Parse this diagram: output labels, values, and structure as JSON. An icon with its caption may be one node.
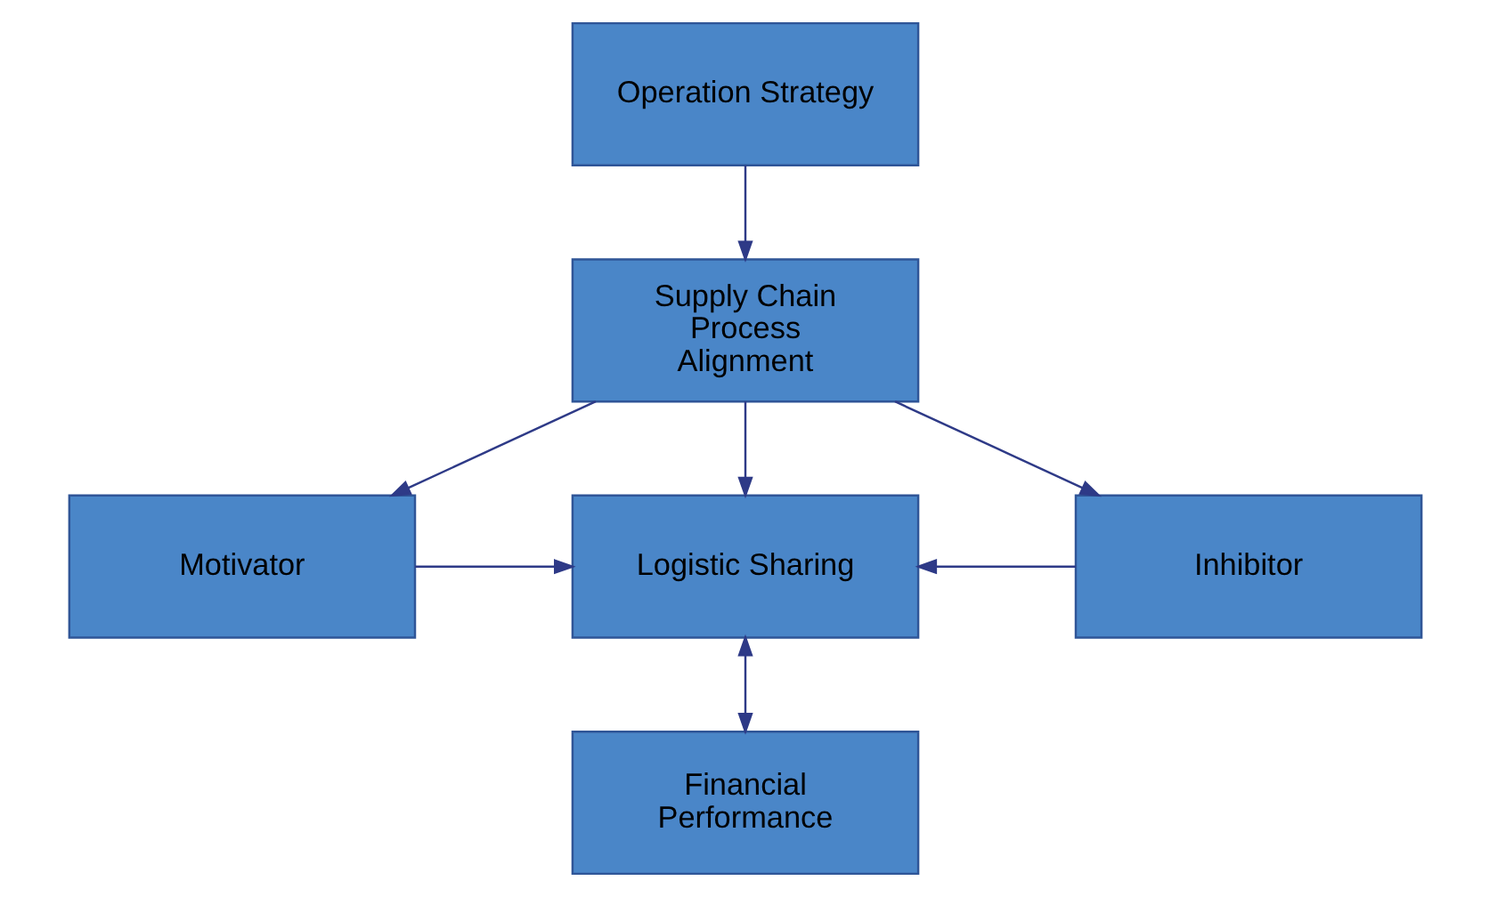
{
  "diagram": {
    "nodes": [
      {
        "text": [
          "Operation Strategy"
        ]
      },
      {
        "text": [
          "Supply Chain Process Alignment"
        ]
      },
      {
        "text": [
          "Motivator"
        ]
      },
      {
        "text": [
          "Logistic Sharing"
        ]
      },
      {
        "text": [
          "Inhibitor"
        ]
      },
      {
        "text": [
          "Financial Performance"
        ]
      }
    ],
    "edges": [
      {
        "from": 0,
        "to": 1,
        "arrow": "to"
      },
      {
        "from": 1,
        "to": 2,
        "arrow": "to"
      },
      {
        "from": 1,
        "to": 3,
        "arrow": "to"
      },
      {
        "from": 1,
        "to": 4,
        "arrow": "to"
      },
      {
        "from": 2,
        "to": 3,
        "arrow": "to"
      },
      {
        "from": 4,
        "to": 3,
        "arrow": "to"
      },
      {
        "from": 3,
        "to": 5,
        "arrow": "both"
      }
    ]
  }
}
